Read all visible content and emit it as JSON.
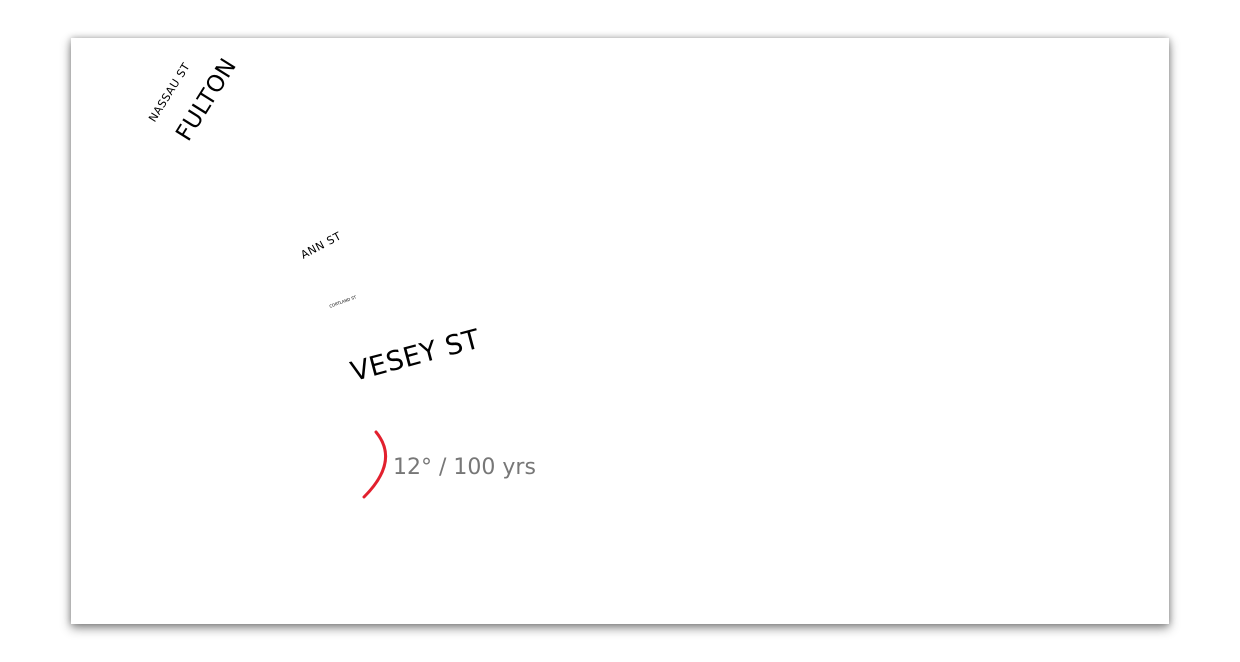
{
  "streets": {
    "nassau": "NASSAU  ST",
    "fulton": "FULTON",
    "ann": "ANN  ST",
    "cortland": "CORTLAND ST",
    "vesey": "VESEY  ST"
  },
  "indicator": {
    "rate_text": "12° / 100 yrs",
    "arc_color": "#e2202e",
    "text_color": "#777777"
  }
}
